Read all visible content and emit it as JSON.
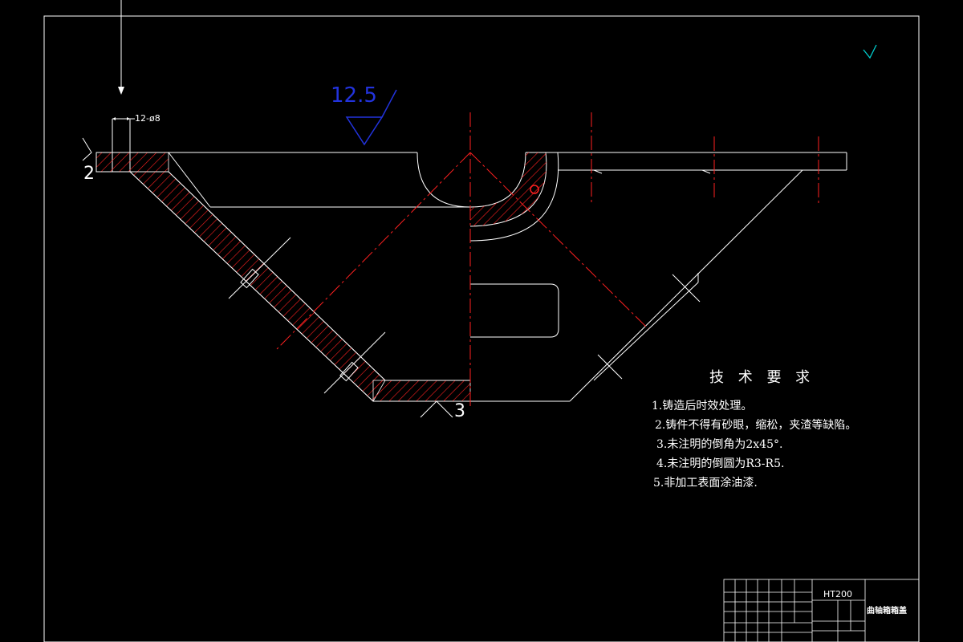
{
  "drawing": {
    "hole_callout": "12-ø8",
    "roughness_value": "12.5",
    "section_tag_left": "2",
    "section_tag_bottom": "3"
  },
  "technical_requirements": {
    "title": "技 术 要 求",
    "items": [
      "1.铸造后时效处理。",
      "2.铸件不得有砂眼，缩松，夹渣等缺陷。",
      "3.未注明的倒角为2x45°.",
      "4.未注明的倒圆为R3-R5.",
      "5.非加工表面涂油漆."
    ]
  },
  "title_block": {
    "material": "HT200",
    "part_name": "曲轴箱箱盖"
  },
  "colors": {
    "background": "#000000",
    "outline": "#ffffff",
    "center_line": "#ff2020",
    "hatch": "#ff2020",
    "roughness_symbol": "#2233dd",
    "title_block_labels": "#ff33ff",
    "check_mark": "#00cccc"
  }
}
